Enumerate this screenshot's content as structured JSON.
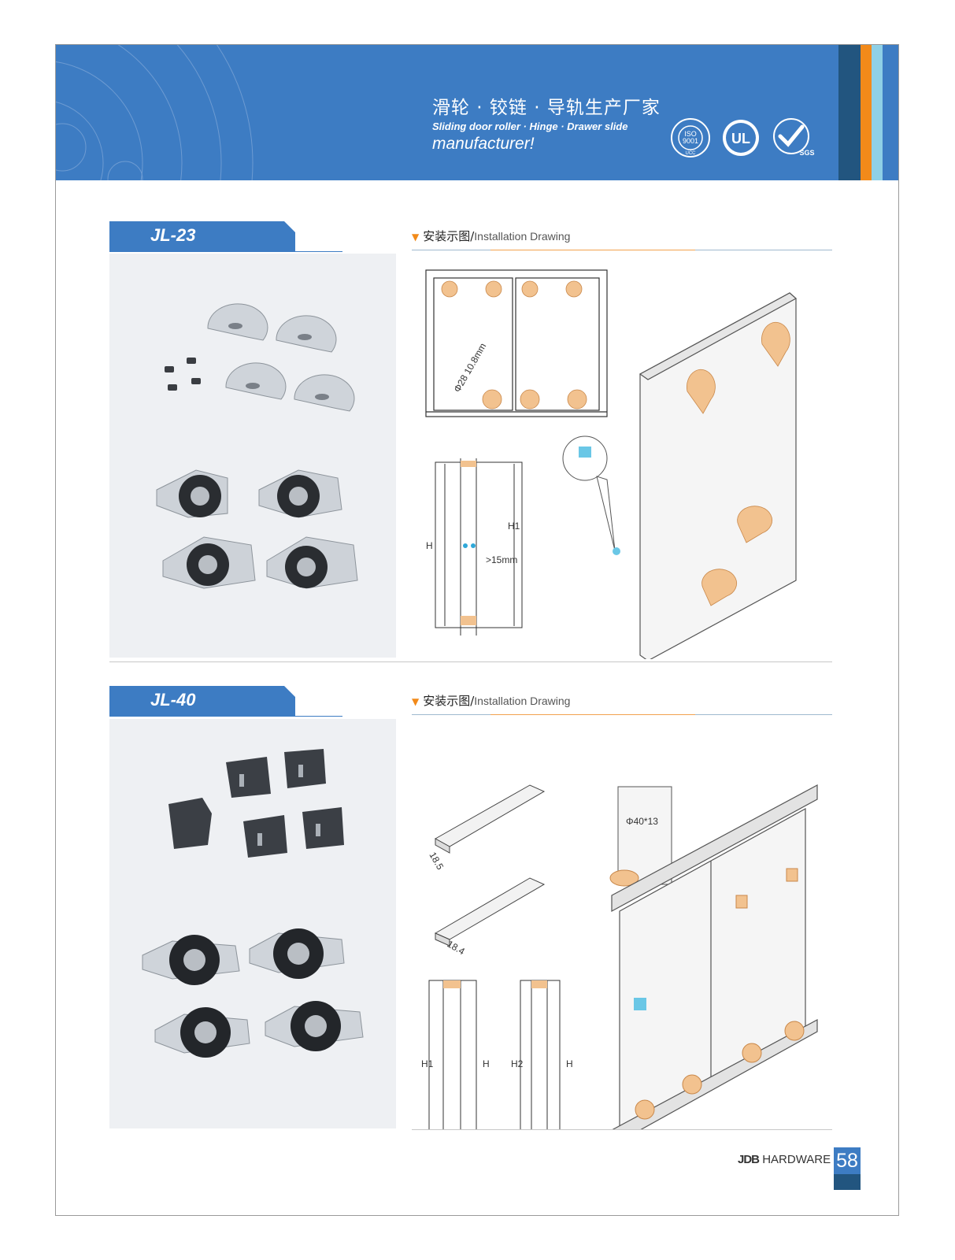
{
  "header": {
    "title_cn": "滑轮 · 铰链 · 导轨生产厂家",
    "title_en_line1": "Sliding door roller · Hinge · Drawer slide",
    "title_en_line2": "manufacturer!",
    "badges": [
      {
        "name": "iso-9001-badge",
        "text": "ISO 9001",
        "sub": "UCC"
      },
      {
        "name": "ul-badge",
        "text": "UL"
      },
      {
        "name": "sgs-badge",
        "text": "SGS"
      }
    ],
    "colors": {
      "blue": "#3d7cc3",
      "dark_blue": "#22557f",
      "orange": "#f28a1a",
      "cyan": "#8fd0e6"
    }
  },
  "products": [
    {
      "code": "JL-23",
      "installation_label_cn": "安装示图/",
      "installation_label_en": "Installation Drawing",
      "dimensions": {
        "diameter": "Φ28 10.8mm",
        "h": "H",
        "h1": "H1",
        "gap": ">15mm"
      }
    },
    {
      "code": "JL-40",
      "installation_label_cn": "安装示图/",
      "installation_label_en": "Installation Drawing",
      "dimensions": {
        "diameter": "Φ40*13",
        "track_a": "18.5",
        "track_b": "18.4",
        "h1": "H1",
        "h": "H",
        "h2": "H2"
      }
    }
  ],
  "footer": {
    "brand_logo": "JDB",
    "brand_text": "HARDWARE",
    "page_number": "58"
  }
}
